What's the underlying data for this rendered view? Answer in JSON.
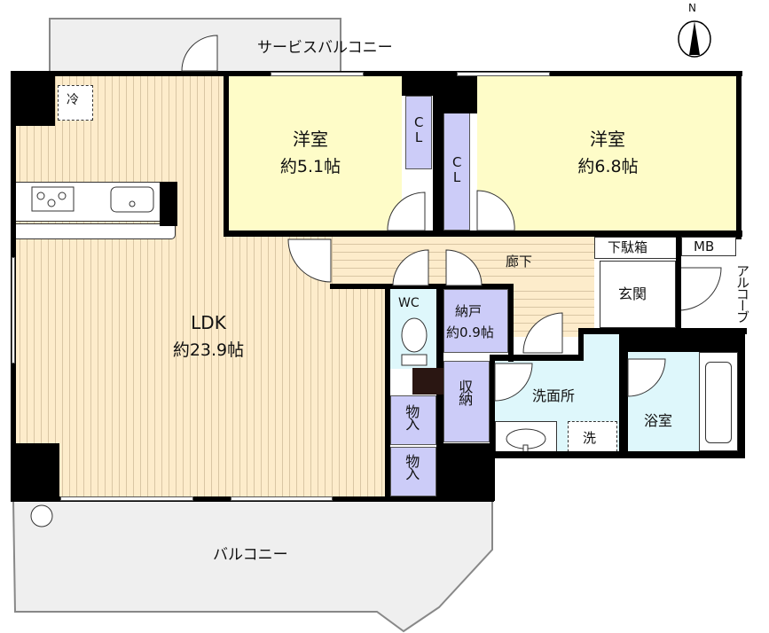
{
  "compass": {
    "label": "N"
  },
  "balconies": {
    "service": "サービスバルコニー",
    "main": "バルコニー"
  },
  "rooms": {
    "ldk": {
      "name": "LDK",
      "size": "約23.9帖"
    },
    "western1": {
      "name": "洋室",
      "size": "約5.1帖"
    },
    "western2": {
      "name": "洋室",
      "size": "約6.8帖"
    },
    "corridor": {
      "name": "廊下"
    },
    "wc": {
      "name": "WC"
    },
    "storeroom": {
      "name": "納戸",
      "size": "約0.9帖"
    },
    "entrance": {
      "name": "玄関"
    },
    "shoe_box": {
      "name": "下駄箱"
    },
    "mb": {
      "name": "MB"
    },
    "alcove": {
      "name": "アルコーブ"
    },
    "washroom": {
      "name": "洗面所"
    },
    "bathroom": {
      "name": "浴室"
    },
    "storage": {
      "name": "収納"
    },
    "closet1": {
      "name": "CL"
    },
    "closet2": {
      "name": "CL"
    },
    "mono1": {
      "name": "物入"
    },
    "mono2": {
      "name": "物入"
    }
  },
  "fixtures": {
    "fridge": "冷",
    "washer": "洗"
  },
  "colors": {
    "wall": "#000000",
    "wood": "#fdeccb",
    "bedroom": "#fefcc8",
    "storage": "#ccccf8",
    "wet": "#def7fb",
    "balcony": "#efefef"
  }
}
